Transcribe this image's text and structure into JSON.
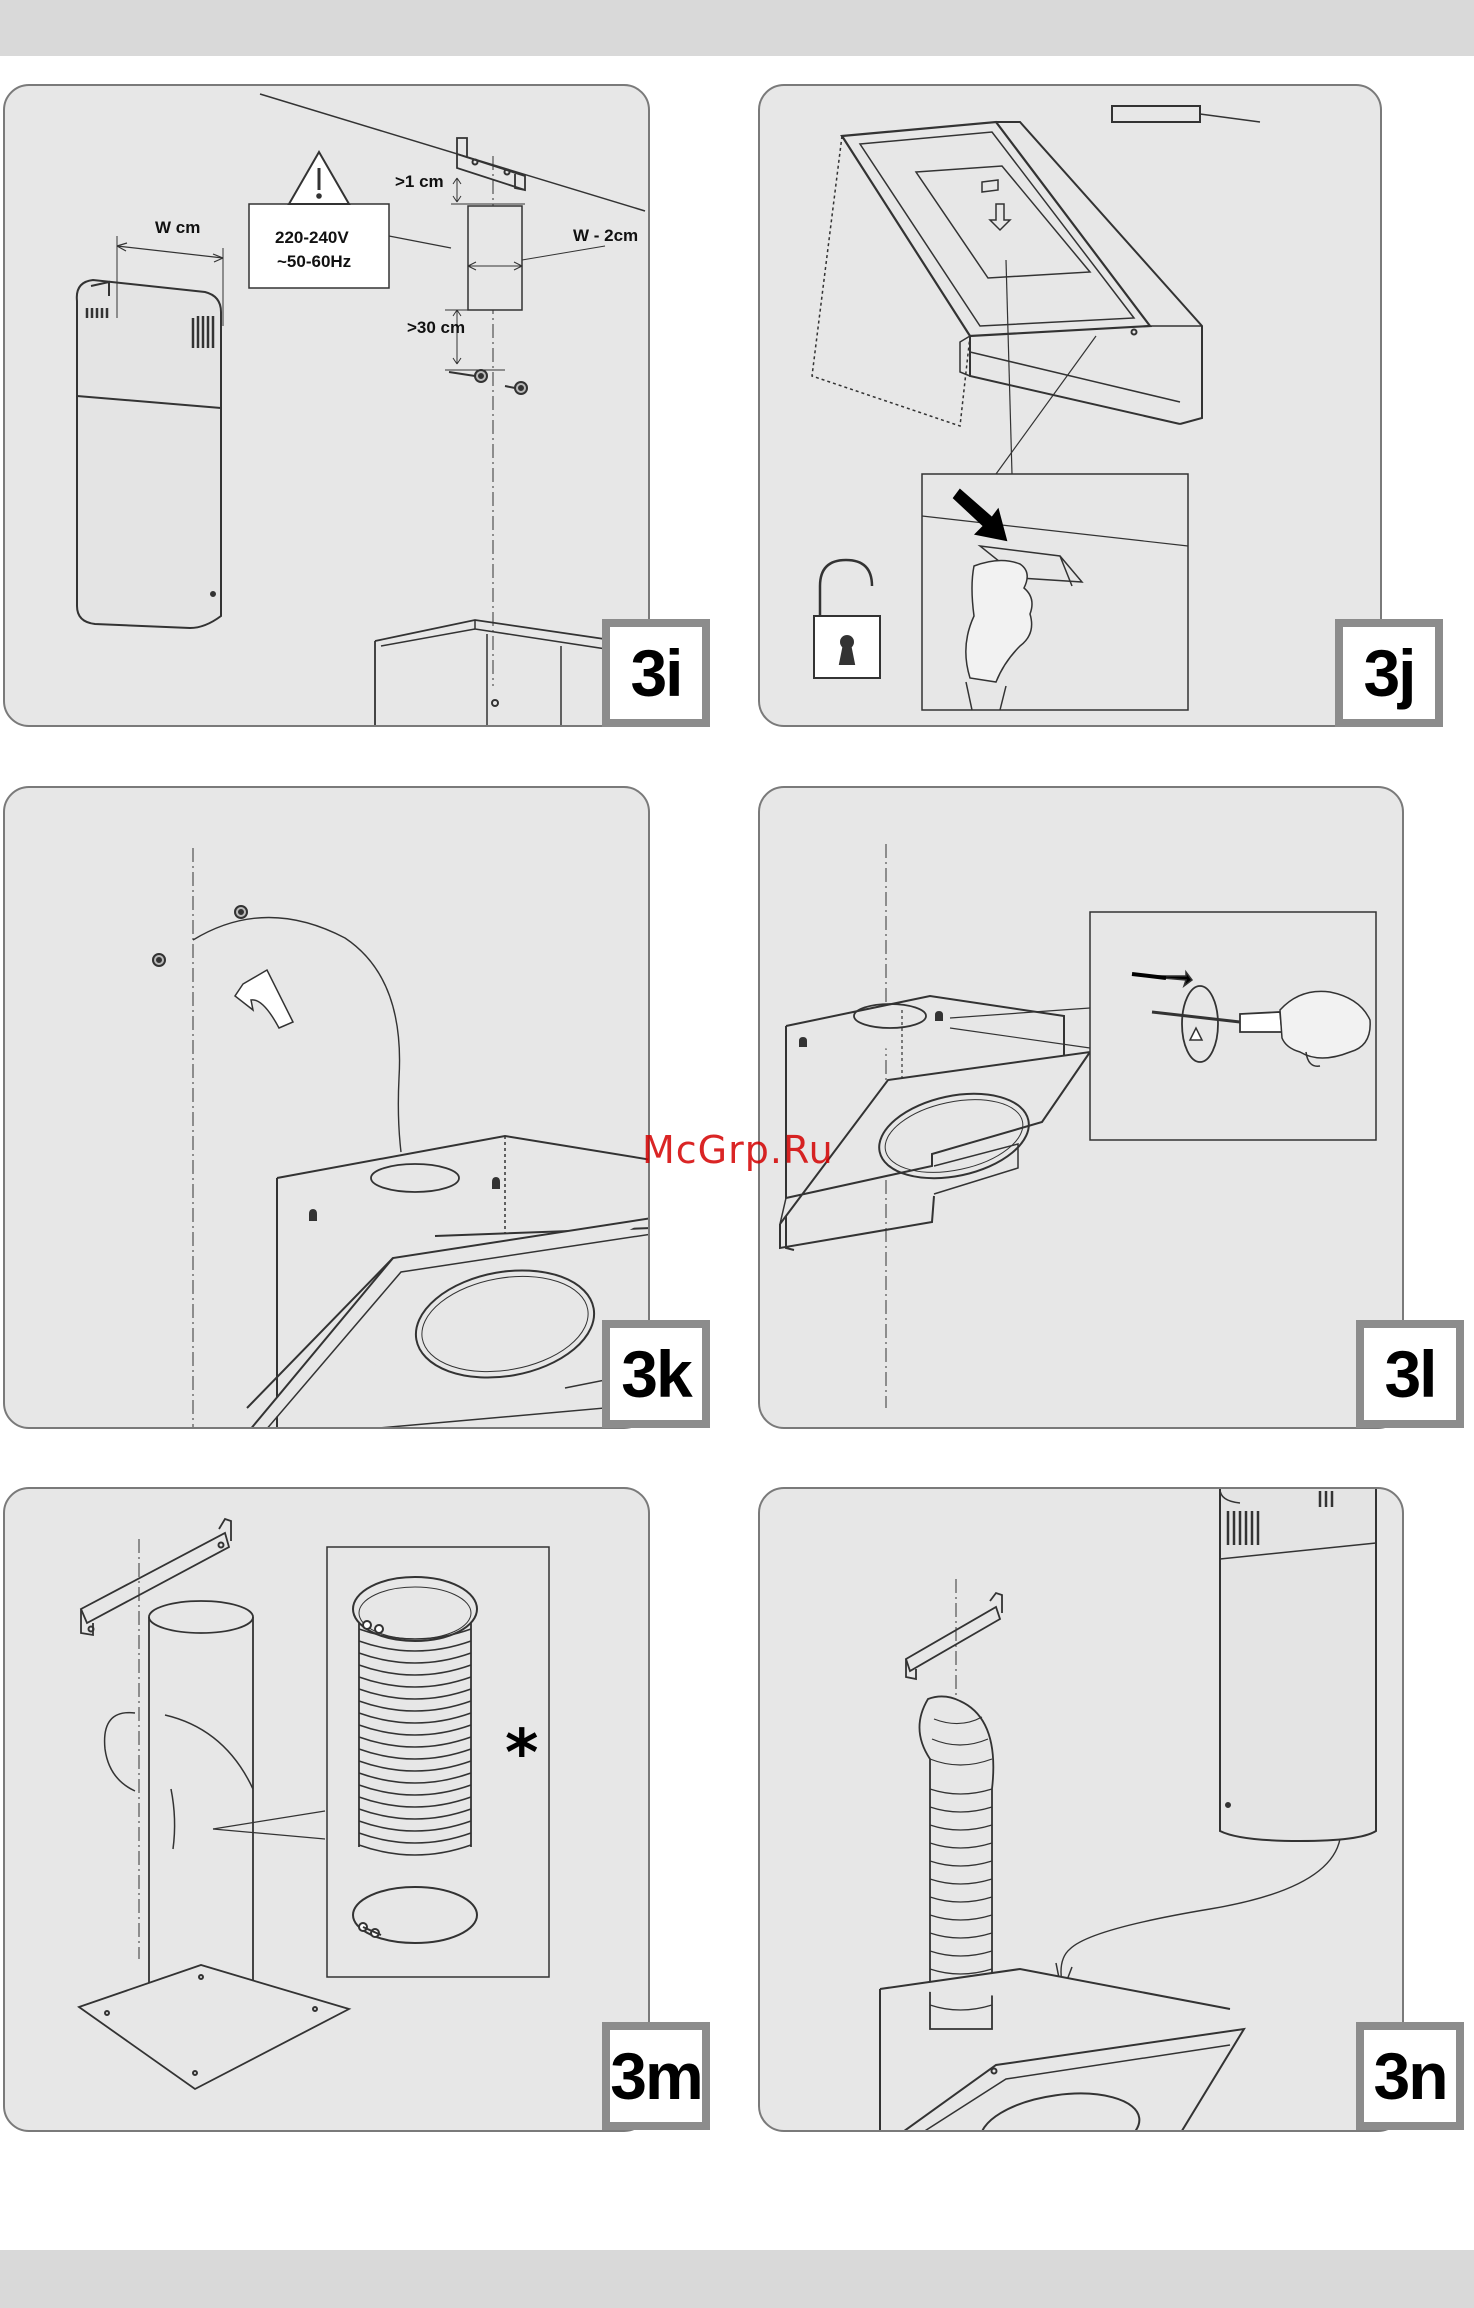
{
  "watermark": "McGrp.Ru",
  "steps": {
    "3i": {
      "badge": "3i",
      "width_label": "W cm",
      "voltage": "220-240V",
      "frequency": "~50-60Hz",
      "gap_top": ">1 cm",
      "gap_side": "W - 2cm",
      "gap_bottom": ">30 cm"
    },
    "3j": {
      "badge": "3j"
    },
    "3k": {
      "badge": "3k"
    },
    "3l": {
      "badge": "3l"
    },
    "3m": {
      "badge": "3m",
      "optional_mark": "*"
    },
    "3n": {
      "badge": "3n"
    }
  },
  "colors": {
    "panel": "#e7e7e7",
    "band": "#d9d9d9",
    "badge_frame": "#8c8c8c",
    "watermark": "#d40000"
  }
}
